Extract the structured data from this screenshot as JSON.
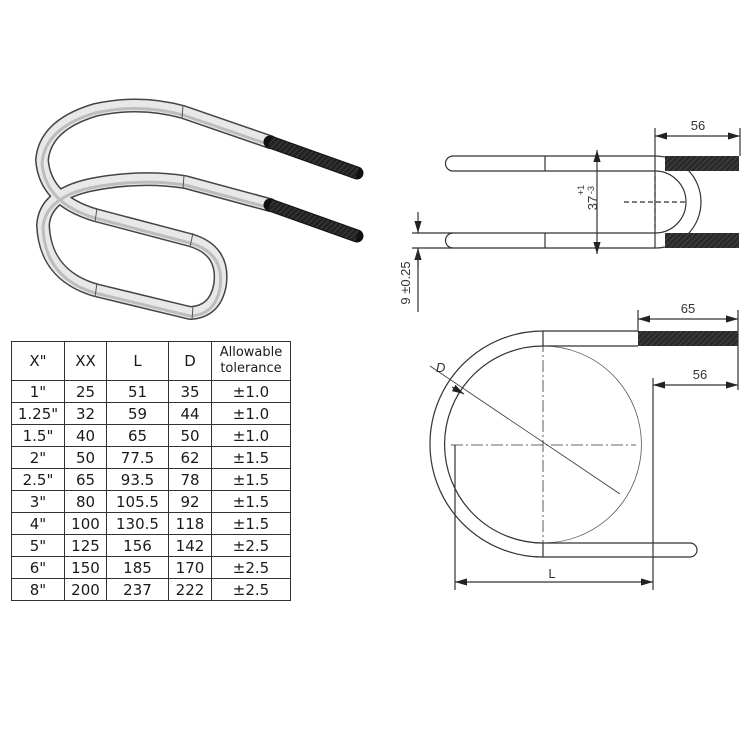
{
  "table": {
    "headers": [
      "X\"",
      "XX",
      "L",
      "D",
      "Allowable tolerance"
    ],
    "header_tolerance_line1": "Allowable",
    "header_tolerance_line2": "tolerance",
    "rows": [
      [
        "1\"",
        "25",
        "51",
        "35",
        "±1.0"
      ],
      [
        "1.25\"",
        "32",
        "59",
        "44",
        "±1.0"
      ],
      [
        "1.5\"",
        "40",
        "65",
        "50",
        "±1.0"
      ],
      [
        "2\"",
        "50",
        "77.5",
        "62",
        "±1.5"
      ],
      [
        "2.5\"",
        "65",
        "93.5",
        "78",
        "±1.5"
      ],
      [
        "3\"",
        "80",
        "105.5",
        "92",
        "±1.5"
      ],
      [
        "4\"",
        "100",
        "130.5",
        "118",
        "±1.5"
      ],
      [
        "5\"",
        "125",
        "156",
        "142",
        "±2.5"
      ],
      [
        "6\"",
        "150",
        "185",
        "170",
        "±2.5"
      ],
      [
        "8\"",
        "200",
        "237",
        "222",
        "±2.5"
      ]
    ]
  },
  "top_view": {
    "thread_length": "56",
    "gap": "37",
    "gap_tol_plus": "+1",
    "gap_tol_minus": "-3",
    "rod_diameter": "9 ±0.25"
  },
  "side_view": {
    "long_thread_length": "65",
    "short_leg_offset": "56",
    "diameter_label": "D",
    "length_label": "L"
  },
  "colors": {
    "line": "#333333",
    "thread": "#2a2a2a",
    "rod_light": "#f2f2f2",
    "rod_dark": "#9a9a9a"
  }
}
